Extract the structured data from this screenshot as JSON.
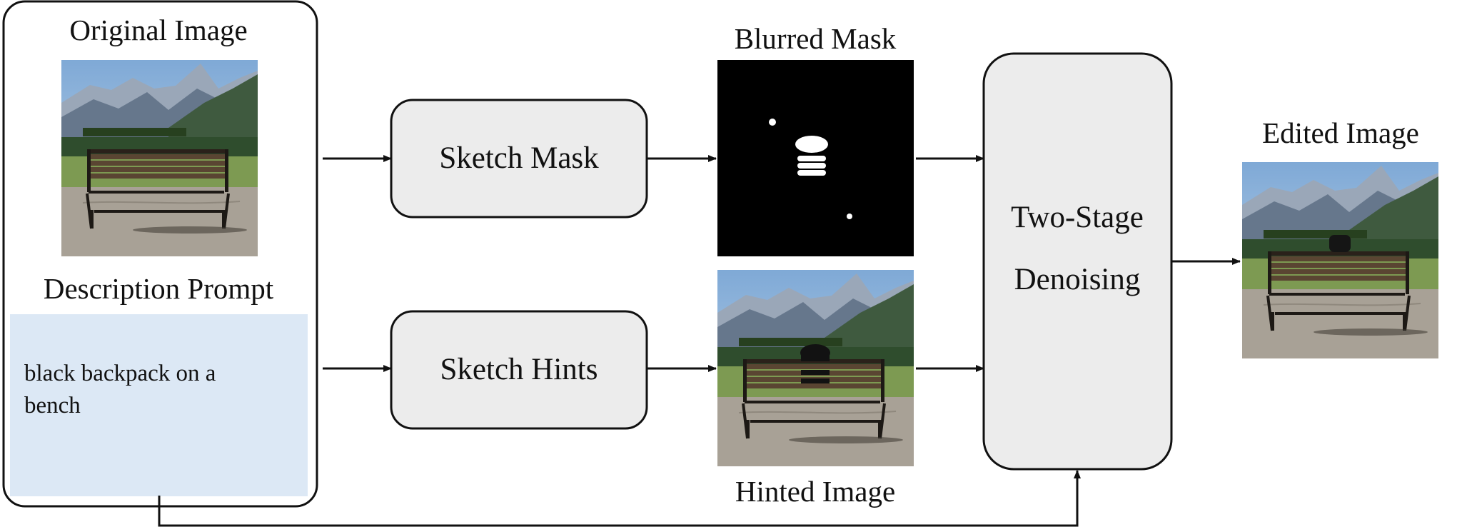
{
  "input_panel": {
    "original_image_label": "Original Image",
    "description_label": "Description Prompt",
    "prompt_line1": "black backpack on a",
    "prompt_line2": "bench"
  },
  "nodes": {
    "sketch_mask": "Sketch Mask",
    "sketch_hints": "Sketch Hints",
    "blurred_mask_label": "Blurred Mask",
    "hinted_image_label": "Hinted Image",
    "denoise_line1": "Two-Stage",
    "denoise_line2": "Denoising",
    "edited_image_label": "Edited Image"
  },
  "colors": {
    "prompt_box": "#dce8f5",
    "process_box": "#ececec",
    "mask_background": "#000000",
    "stroke": "#111111"
  }
}
